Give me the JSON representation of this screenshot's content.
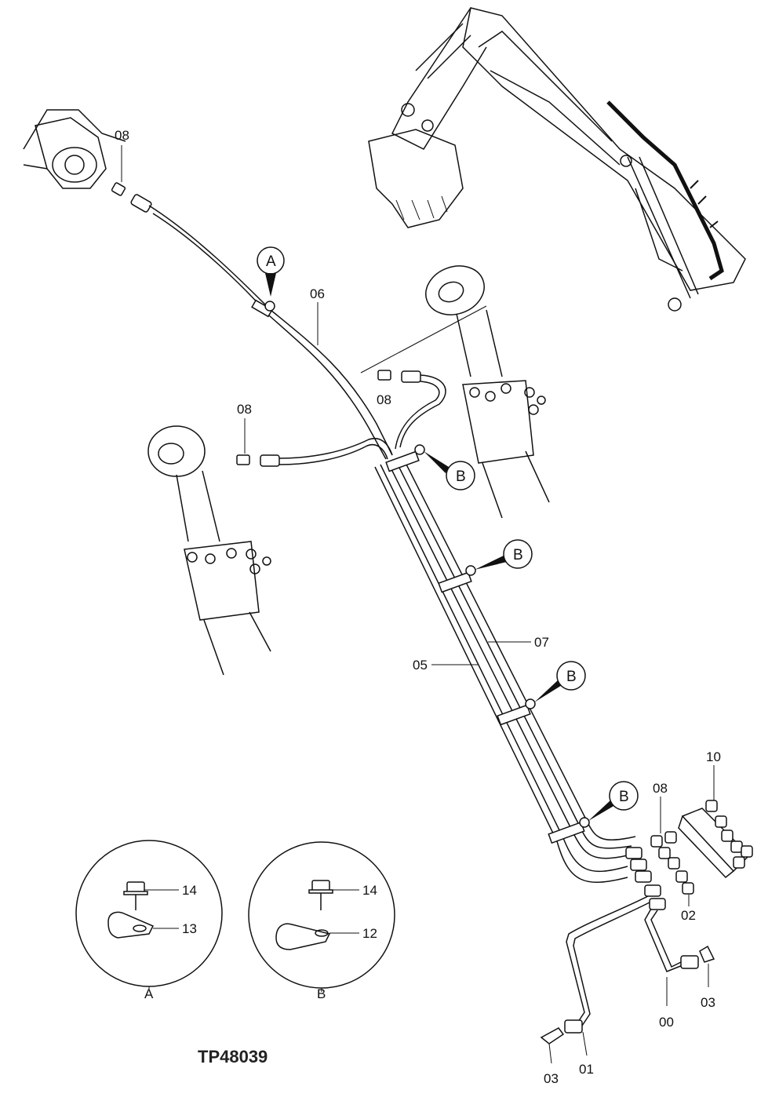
{
  "drawing_id": "TP48039",
  "part_labels": {
    "p08_top": "08",
    "p06": "06",
    "p08_mid": "08",
    "p08_left": "08",
    "p07": "07",
    "p05": "05",
    "p10": "10",
    "p08_manifold": "08",
    "p02": "02",
    "p03_right": "03",
    "p00": "00",
    "p03_bottom": "03",
    "p01": "01"
  },
  "callouts": {
    "a_main": "A",
    "b1": "B",
    "b2": "B",
    "b3": "B",
    "b4": "B"
  },
  "detail_a": {
    "caption": "A",
    "bolt_label": "14",
    "clamp_label": "13"
  },
  "detail_b": {
    "caption": "B",
    "bolt_label": "14",
    "clamp_label": "12"
  }
}
